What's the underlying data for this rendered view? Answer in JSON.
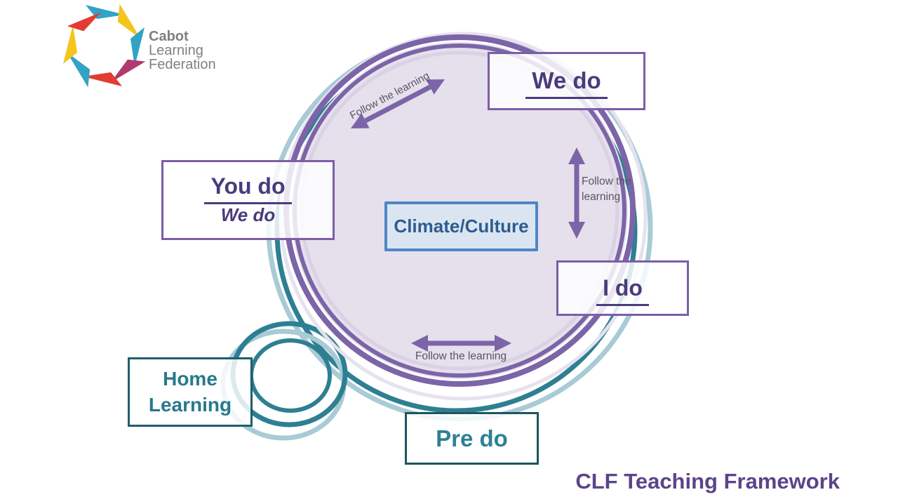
{
  "logo": {
    "line1": "Cabot",
    "line2": "Learning",
    "line3": "Federation"
  },
  "title": "CLF Teaching Framework",
  "center_box": {
    "label": "Climate/Culture"
  },
  "boxes": {
    "we_do": "We do",
    "you_do_main": "You do",
    "you_do_sub": "We do",
    "i_do": "I do",
    "home_line1": "Home",
    "home_line2": "Learning",
    "pre_do": "Pre do"
  },
  "arrow_labels": {
    "top": "Follow the learning",
    "right_line1": "Follow the",
    "right_line2": "learning",
    "bottom": "Follow the learning"
  },
  "colors": {
    "ring_purple": "#7C64A8",
    "label_purple": "#4A3B7C",
    "title_purple": "#5C4489",
    "teal": "#2E7F92",
    "teal_dark_border": "#1D5560",
    "teal_light": "#A8CBD6",
    "lavender_fill": "#E5E0EC",
    "climate_border_blue": "#4E86C6",
    "climate_text_blue": "#2E5C8F",
    "climate_fill_blue": "#DBE5F1",
    "logo_gray": "#808080",
    "logo_red": "#E23C33",
    "logo_cyan": "#31A3C6",
    "logo_yellow": "#F5C41D",
    "logo_magenta": "#AE3A6E"
  }
}
